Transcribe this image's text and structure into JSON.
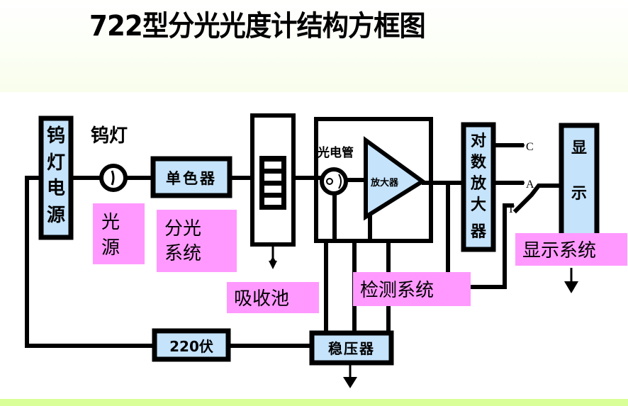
{
  "title": "722型分光光度计结构方框图",
  "colors": {
    "block_fill": "#c5e3fb",
    "callout_fill": "#ff99ff",
    "bottom_band": "#d9ff99",
    "line": "#000000"
  },
  "blocks": {
    "lamp_power": [
      "钨",
      "灯",
      "电",
      "源"
    ],
    "lamp_label": "钨灯",
    "monochromator": "单色器",
    "photocell": "光电管",
    "amplifier": "放大器",
    "log_amp": [
      "对",
      "数",
      "放",
      "大",
      "器"
    ],
    "display": [
      "显",
      "示"
    ],
    "volt_220": "220伏",
    "stabilizer": "稳压器"
  },
  "switch_labels": [
    "C",
    "A",
    "T"
  ],
  "callouts": {
    "light_source": [
      "光",
      "源"
    ],
    "dispersion": [
      "分光",
      "系统"
    ],
    "cuvette": "吸收池",
    "detection": "检测系统",
    "display_system": "显示系统"
  }
}
